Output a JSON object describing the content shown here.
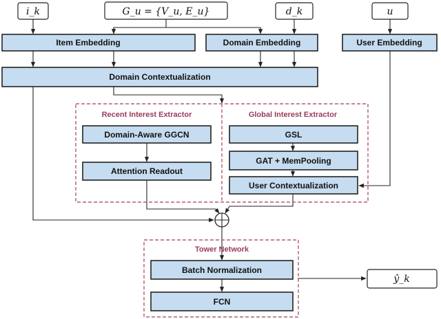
{
  "inputs": {
    "item": "i_k",
    "graph": "G_u = {V_u, E_u}",
    "domain": "d_k",
    "user": "u"
  },
  "modules": {
    "item_embedding": "Item Embedding",
    "domain_embedding": "Domain Embedding",
    "user_embedding": "User Embedding",
    "domain_contextualization": "Domain Contextualization",
    "domain_aware_ggcn": "Domain-Aware GGCN",
    "attention_readout": "Attention Readout",
    "gsl": "GSL",
    "gat_mempooling": "GAT + MemPooling",
    "user_contextualization": "User Contextualization",
    "batch_normalization": "Batch Normalization",
    "fcn": "FCN"
  },
  "groups": {
    "recent": "Recent Interest Extractor",
    "global": "Global Interest Extractor",
    "tower": "Tower Network"
  },
  "output": "ŷ_k"
}
